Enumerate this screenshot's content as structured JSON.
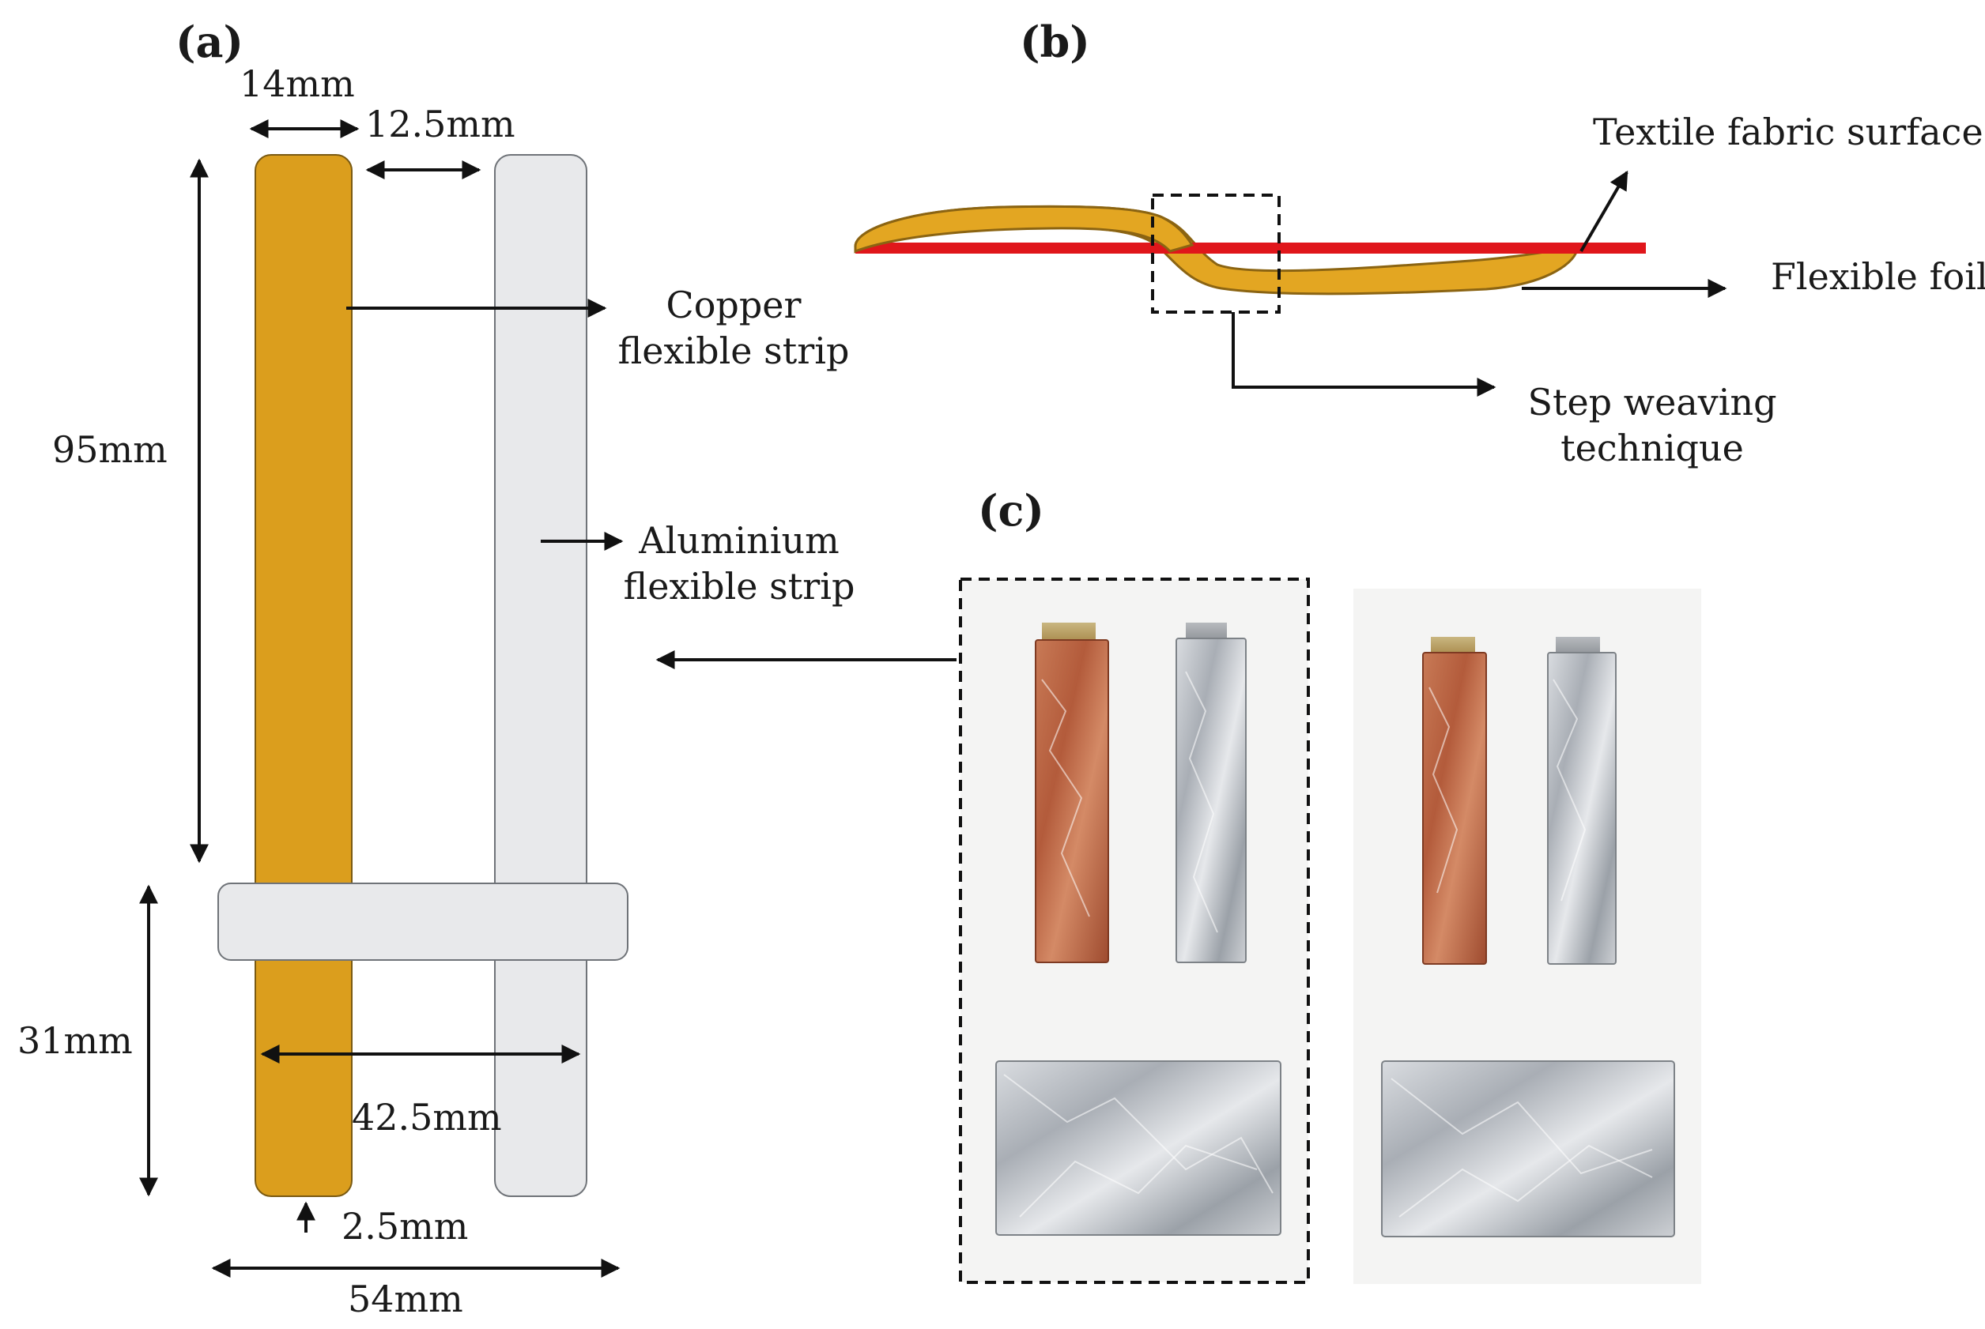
{
  "panels": {
    "a": "(a)",
    "b": "(b)",
    "c": "(c)"
  },
  "dimensions": {
    "width_copper": "14mm",
    "gap": "12.5mm",
    "length_strip": "95mm",
    "height_lower": "31mm",
    "center_spacing": "42.5mm",
    "bottom_gap": "2.5mm",
    "total_width": "54mm"
  },
  "labels": {
    "copper_line1": "Copper",
    "copper_line2": "flexible strip",
    "aluminium_line1": "Aluminium",
    "aluminium_line2": "flexible strip",
    "textile_surface": "Textile fabric surface",
    "flexible_foil": "Flexible foil",
    "step_line1": "Step weaving",
    "step_line2": "technique"
  },
  "colors": {
    "copper_strip": "#DB9E1D",
    "aluminium_strip": "#E8E9EB",
    "textile_line": "#E0161B",
    "foil_band": "#E3A622",
    "copper_photo": "#C06A45",
    "aluminium_photo": "#C9CDD2"
  }
}
